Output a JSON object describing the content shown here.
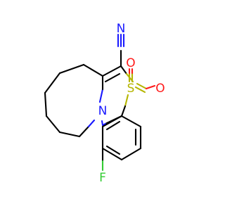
{
  "molecule": {
    "atoms": {
      "nitrile_n": {
        "label": "N",
        "color": "#1a1aff"
      },
      "ring_n": {
        "label": "N",
        "color": "#1a1aff"
      },
      "sulfur": {
        "label": "S",
        "color": "#b5b500"
      },
      "oxygen_1": {
        "label": "O",
        "color": "#ff1a1a"
      },
      "oxygen_2": {
        "label": "O",
        "color": "#ff1a1a"
      },
      "fluorine": {
        "label": "F",
        "color": "#33cc33"
      }
    }
  }
}
